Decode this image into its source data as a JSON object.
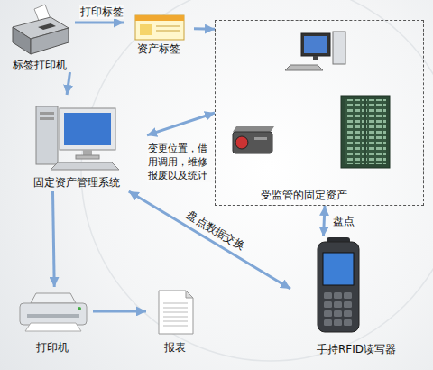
{
  "diagram": {
    "nodes": [
      {
        "text": [
          "标签打印机"
        ]
      },
      {
        "text": [
          "资产标签"
        ]
      },
      {
        "text": [
          "受监管的固定资产"
        ]
      },
      {
        "text": [
          "固定资产管理系统"
        ]
      },
      {
        "text": [
          "打印机"
        ]
      },
      {
        "text": [
          "报表"
        ]
      },
      {
        "text": [
          "手持RFID读写器"
        ]
      }
    ],
    "edges": [
      {
        "from": 0,
        "to": 1,
        "label": "打印标签",
        "arrow": "to"
      },
      {
        "from": 1,
        "to": 2,
        "arrow": "to"
      },
      {
        "from": 0,
        "to": 3,
        "arrow": "to"
      },
      {
        "from": 3,
        "to": 2,
        "label": "变更位置，借用调用，维修报废以及统计",
        "arrow": "both"
      },
      {
        "from": 3,
        "to": 4,
        "arrow": "to"
      },
      {
        "from": 4,
        "to": 5,
        "arrow": "to"
      },
      {
        "from": 3,
        "to": 6,
        "label": "盘点数据交换",
        "arrow": "both"
      },
      {
        "from": 6,
        "to": 2,
        "label": "盘点",
        "arrow": "both"
      }
    ]
  }
}
